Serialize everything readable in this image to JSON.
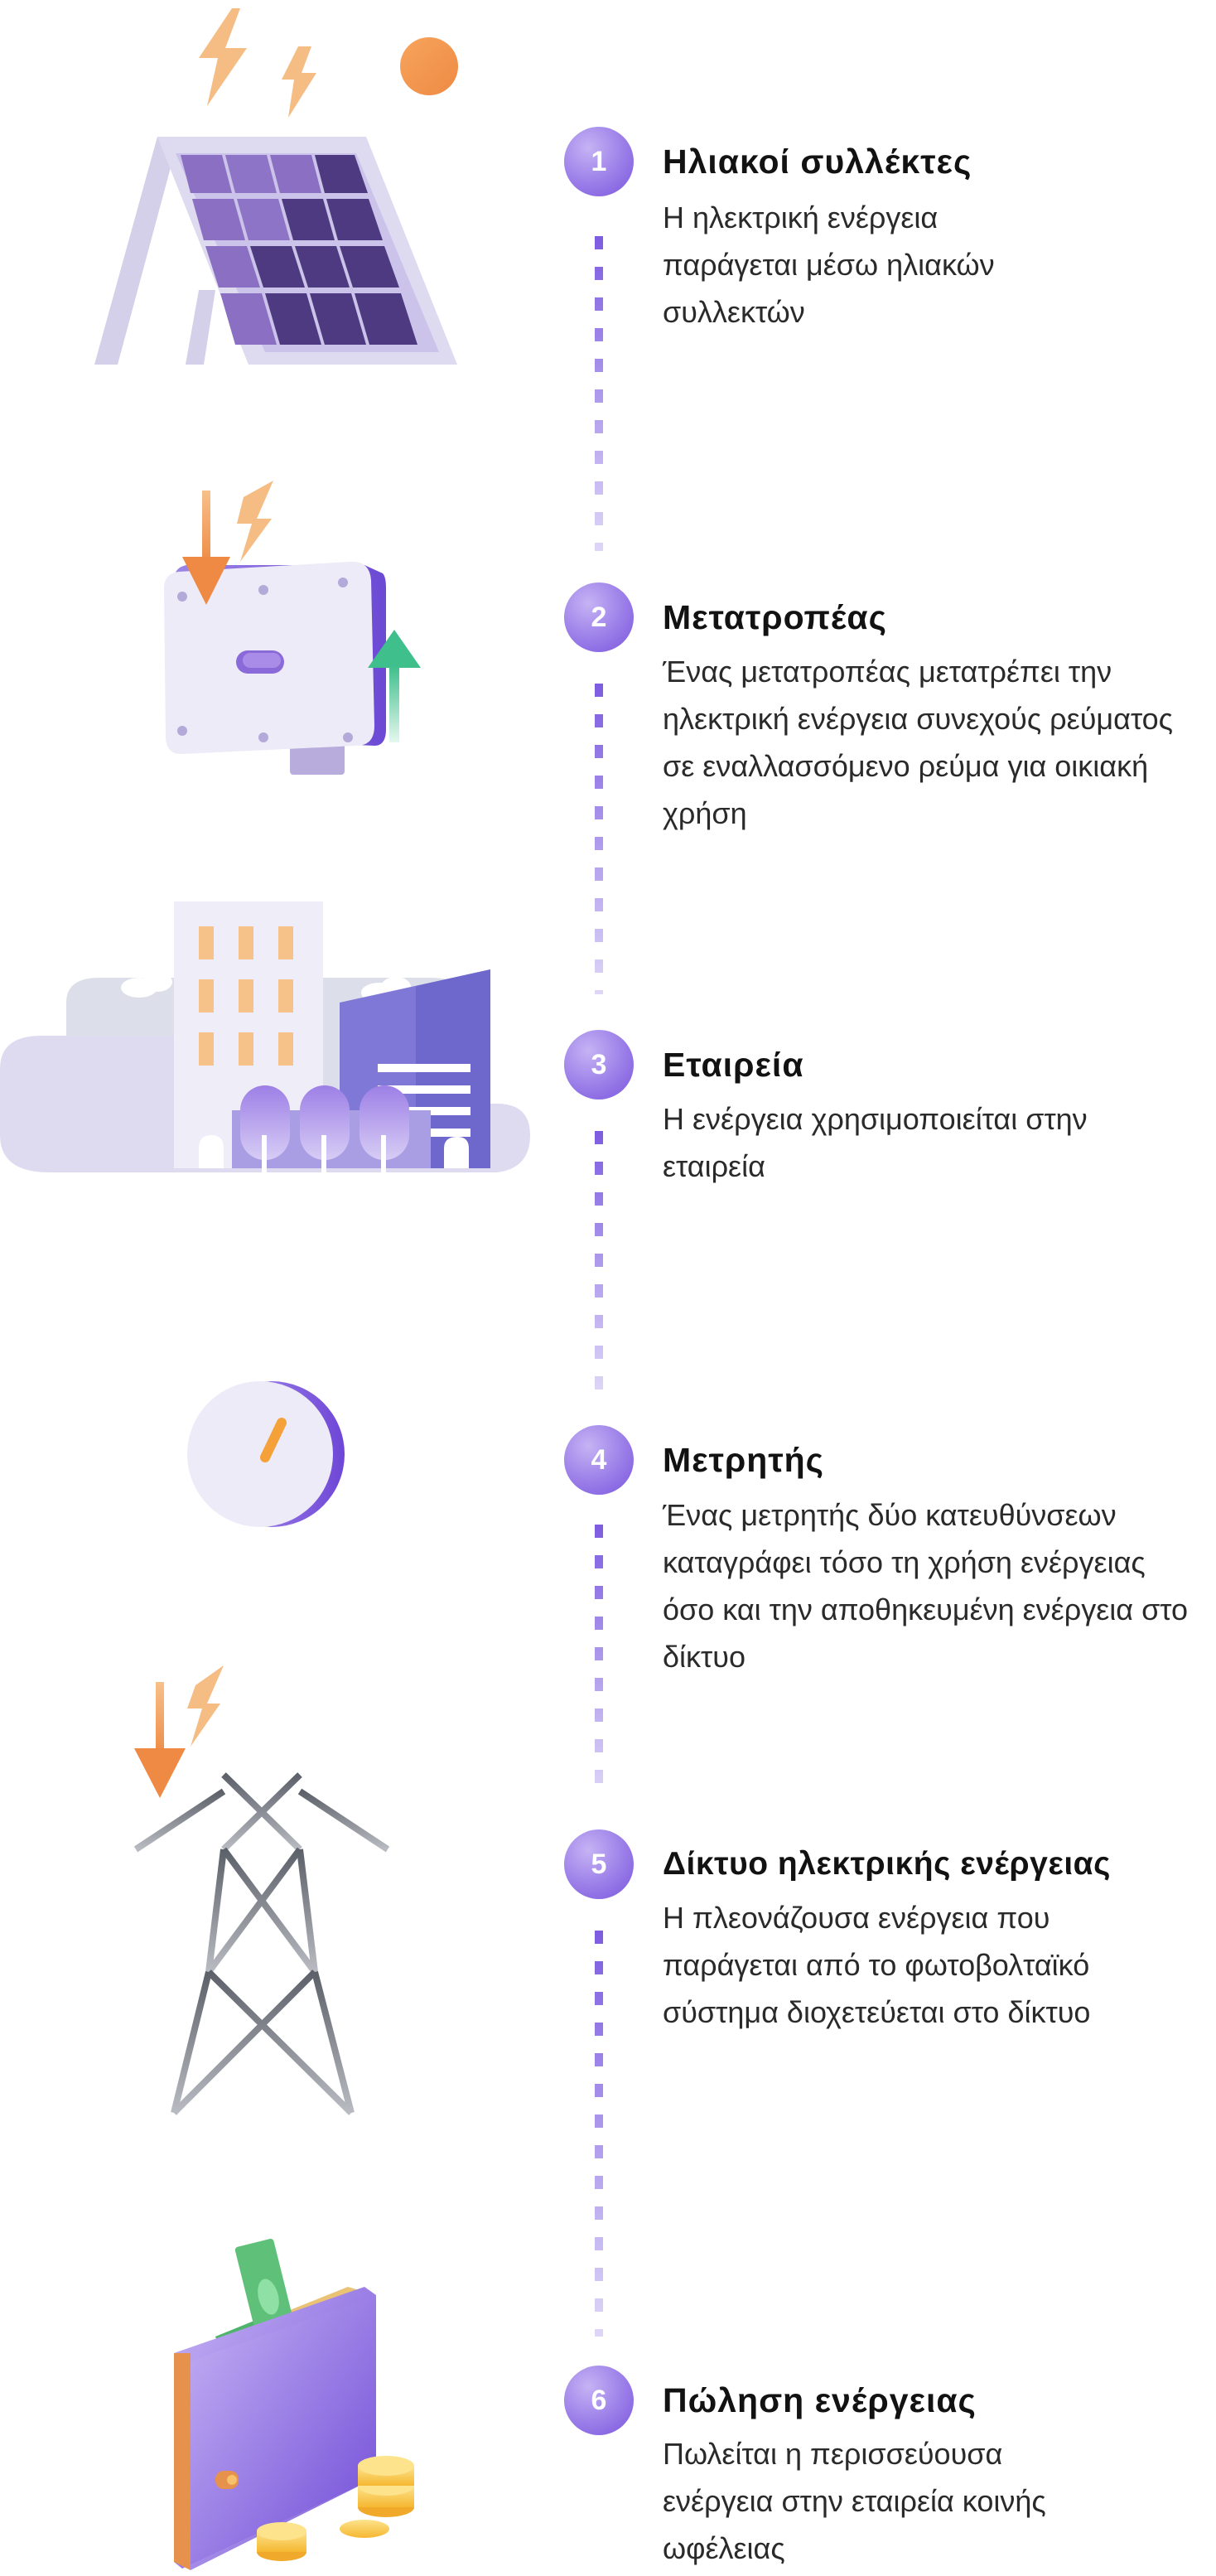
{
  "steps": [
    {
      "number": "1",
      "title": "Ηλιακοί συλλέκτες",
      "description": "Η ηλεκτρική ενέργεια παράγεται μέσω ηλιακών συλλεκτών",
      "icon": "solar-panel-icon"
    },
    {
      "number": "2",
      "title": "Μετατροπέας",
      "description": "Ένας μετατροπέας μετατρέπει την ηλεκτρική ενέργεια συνεχούς ρεύματος σε εναλλασσόμενο ρεύμα για οικιακή χρήση",
      "icon": "inverter-icon"
    },
    {
      "number": "3",
      "title": "Εταιρεία",
      "description": "Η ενέργεια χρησιμοποιείται στην εταιρεία",
      "icon": "company-buildings-icon"
    },
    {
      "number": "4",
      "title": "Μετρητής",
      "description": "Ένας μετρητής δύο κατευθύνσεων καταγράφει τόσο τη χρήση ενέργειας όσο και την αποθηκευμένη ενέργεια στο δίκτυο",
      "icon": "meter-icon"
    },
    {
      "number": "5",
      "title": "Δίκτυο ηλεκτρικής ενέργειας",
      "description": "Η πλεονάζουσα ενέργεια που παράγεται από το φωτοβολταϊκό σύστημα διοχετεύεται στο δίκτυο",
      "icon": "power-tower-icon"
    },
    {
      "number": "6",
      "title": "Πώληση ενέργειας",
      "description": "Πωλείται η περισσεύουσα ενέργεια στην εταιρεία κοινής ωφέλειας",
      "icon": "wallet-coins-icon"
    }
  ],
  "colors": {
    "accent": "#8a6be3",
    "orange": "#f2904a",
    "green": "#3fbf8c",
    "text": "#121212"
  }
}
